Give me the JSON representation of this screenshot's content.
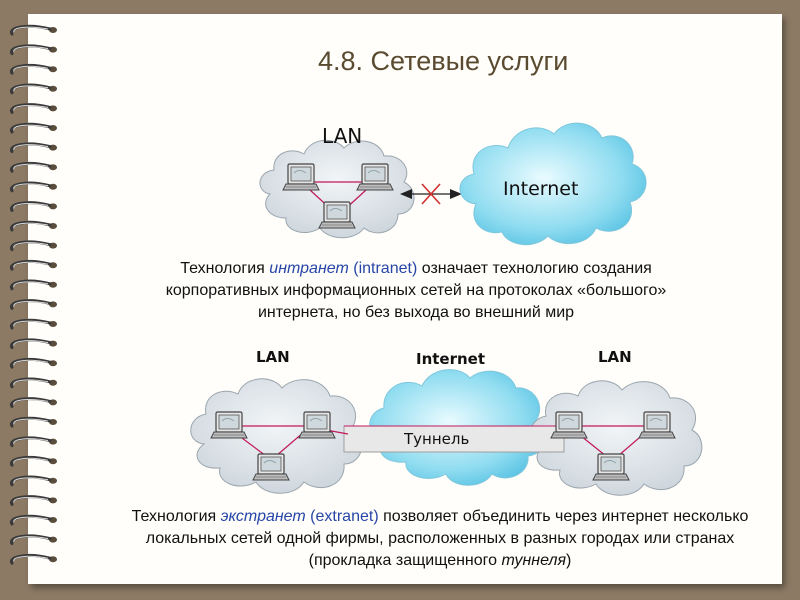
{
  "title": "4.8. Сетевые услуги",
  "diagram1": {
    "lan_label": "LAN",
    "internet_label": "Internet"
  },
  "paragraph1": {
    "part1": "Технология ",
    "term": "интранет",
    "part2": " ",
    "term_en": "(intranet)",
    "part3": " означает технологию создания корпоративных информационных сетей на протоколах «большого» интернета, но без выхода во внешний мир"
  },
  "diagram2": {
    "lan_left_label": "LAN",
    "internet_label": "Internet",
    "lan_right_label": "LAN",
    "tunnel_label": "Туннель"
  },
  "paragraph2": {
    "part1": "Технология ",
    "term": "экстранет",
    "part2": " ",
    "term_en": "(extranet)",
    "part3": " позволяет объединить через интернет несколько локальных сетей одной фирмы, расположенных в разных городах или странах (прокладка защищенного ",
    "term2": "туннеля",
    "part4": ")"
  },
  "colors": {
    "background": "#8c7a64",
    "slide": "#fffefa",
    "title": "#5a4a30",
    "highlight": "#2746a8",
    "lan_cloud": "#dde3e8",
    "internet_cloud": "#7fd6ee",
    "link_line": "#c2185b",
    "blocked_cross": "#d32f2f"
  },
  "icons": [
    "computer-icon",
    "cloud-shape",
    "blocked-arrow-icon",
    "spiral-binding"
  ]
}
